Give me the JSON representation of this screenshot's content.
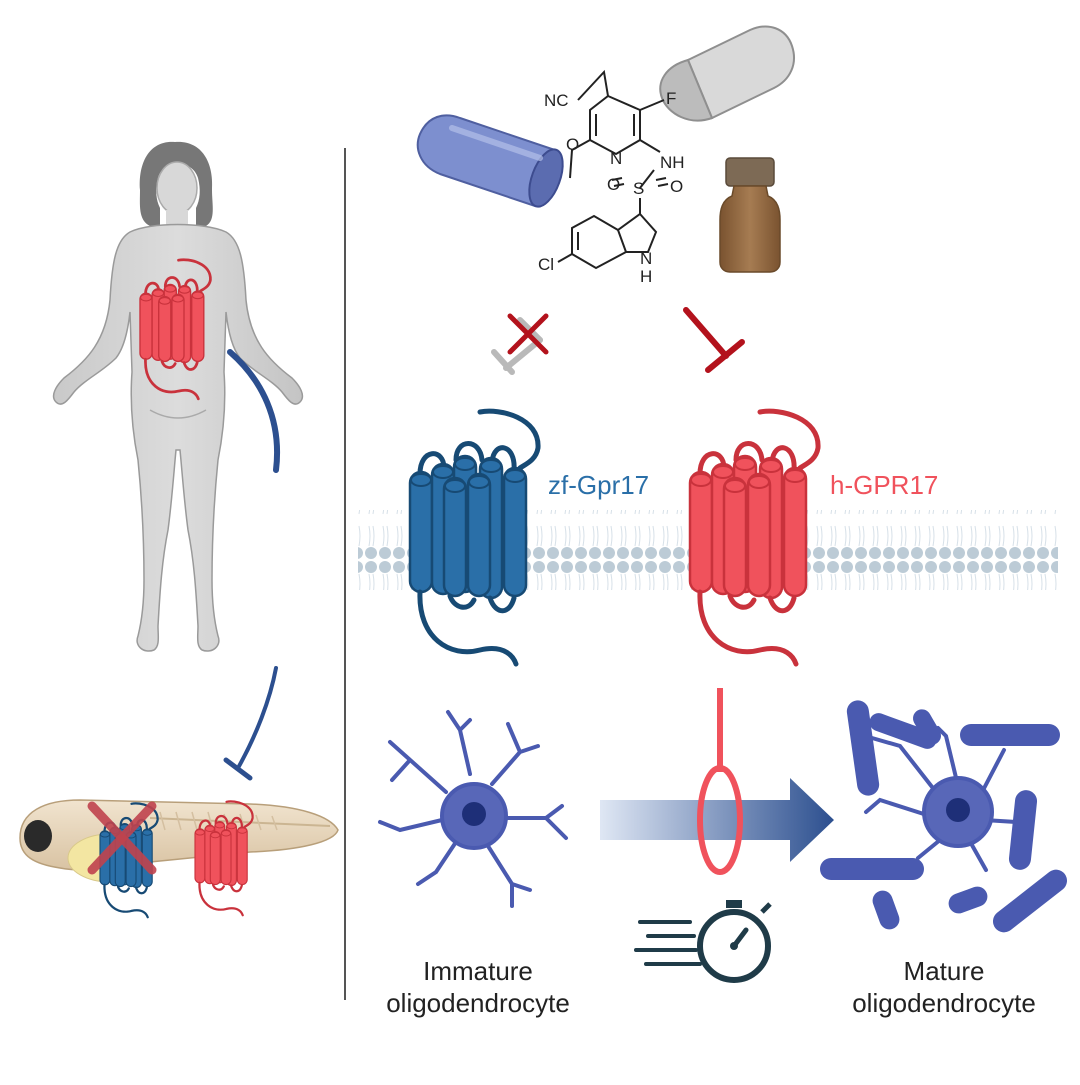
{
  "labels": {
    "zf_receptor": "zf-Gpr17",
    "h_receptor": "h-GPR17",
    "immature_line1": "Immature",
    "immature_line2": "oligodendrocyte",
    "mature_line1": "Mature",
    "mature_line2": "oligodendrocyte"
  },
  "chemical_atoms": {
    "nitrile": "NC",
    "fluorine": "F",
    "nitrogen": "N",
    "oxygen": "O",
    "amine": "NH",
    "sulfur": "S",
    "sulfonyl_o": "O",
    "chlorine": "Cl",
    "indole_n": "N",
    "indole_h": "H"
  },
  "colors": {
    "zebrafish_receptor": "#2a6fa8",
    "human_receptor": "#f0525c",
    "inhibition": "#b3121c",
    "no_effect": "#b9b9b9",
    "cell": "#4a5ab0",
    "nucleus": "#1e2f78",
    "membrane": "#bccbd6",
    "arrow": "#2c4f8f"
  },
  "icons": [
    "human-body-icon",
    "zebrafish-larva-icon",
    "capsule-icon",
    "pill-bottle-icon",
    "stopwatch-icon",
    "gpcr-receptor-icon",
    "oligodendrocyte-icon"
  ]
}
